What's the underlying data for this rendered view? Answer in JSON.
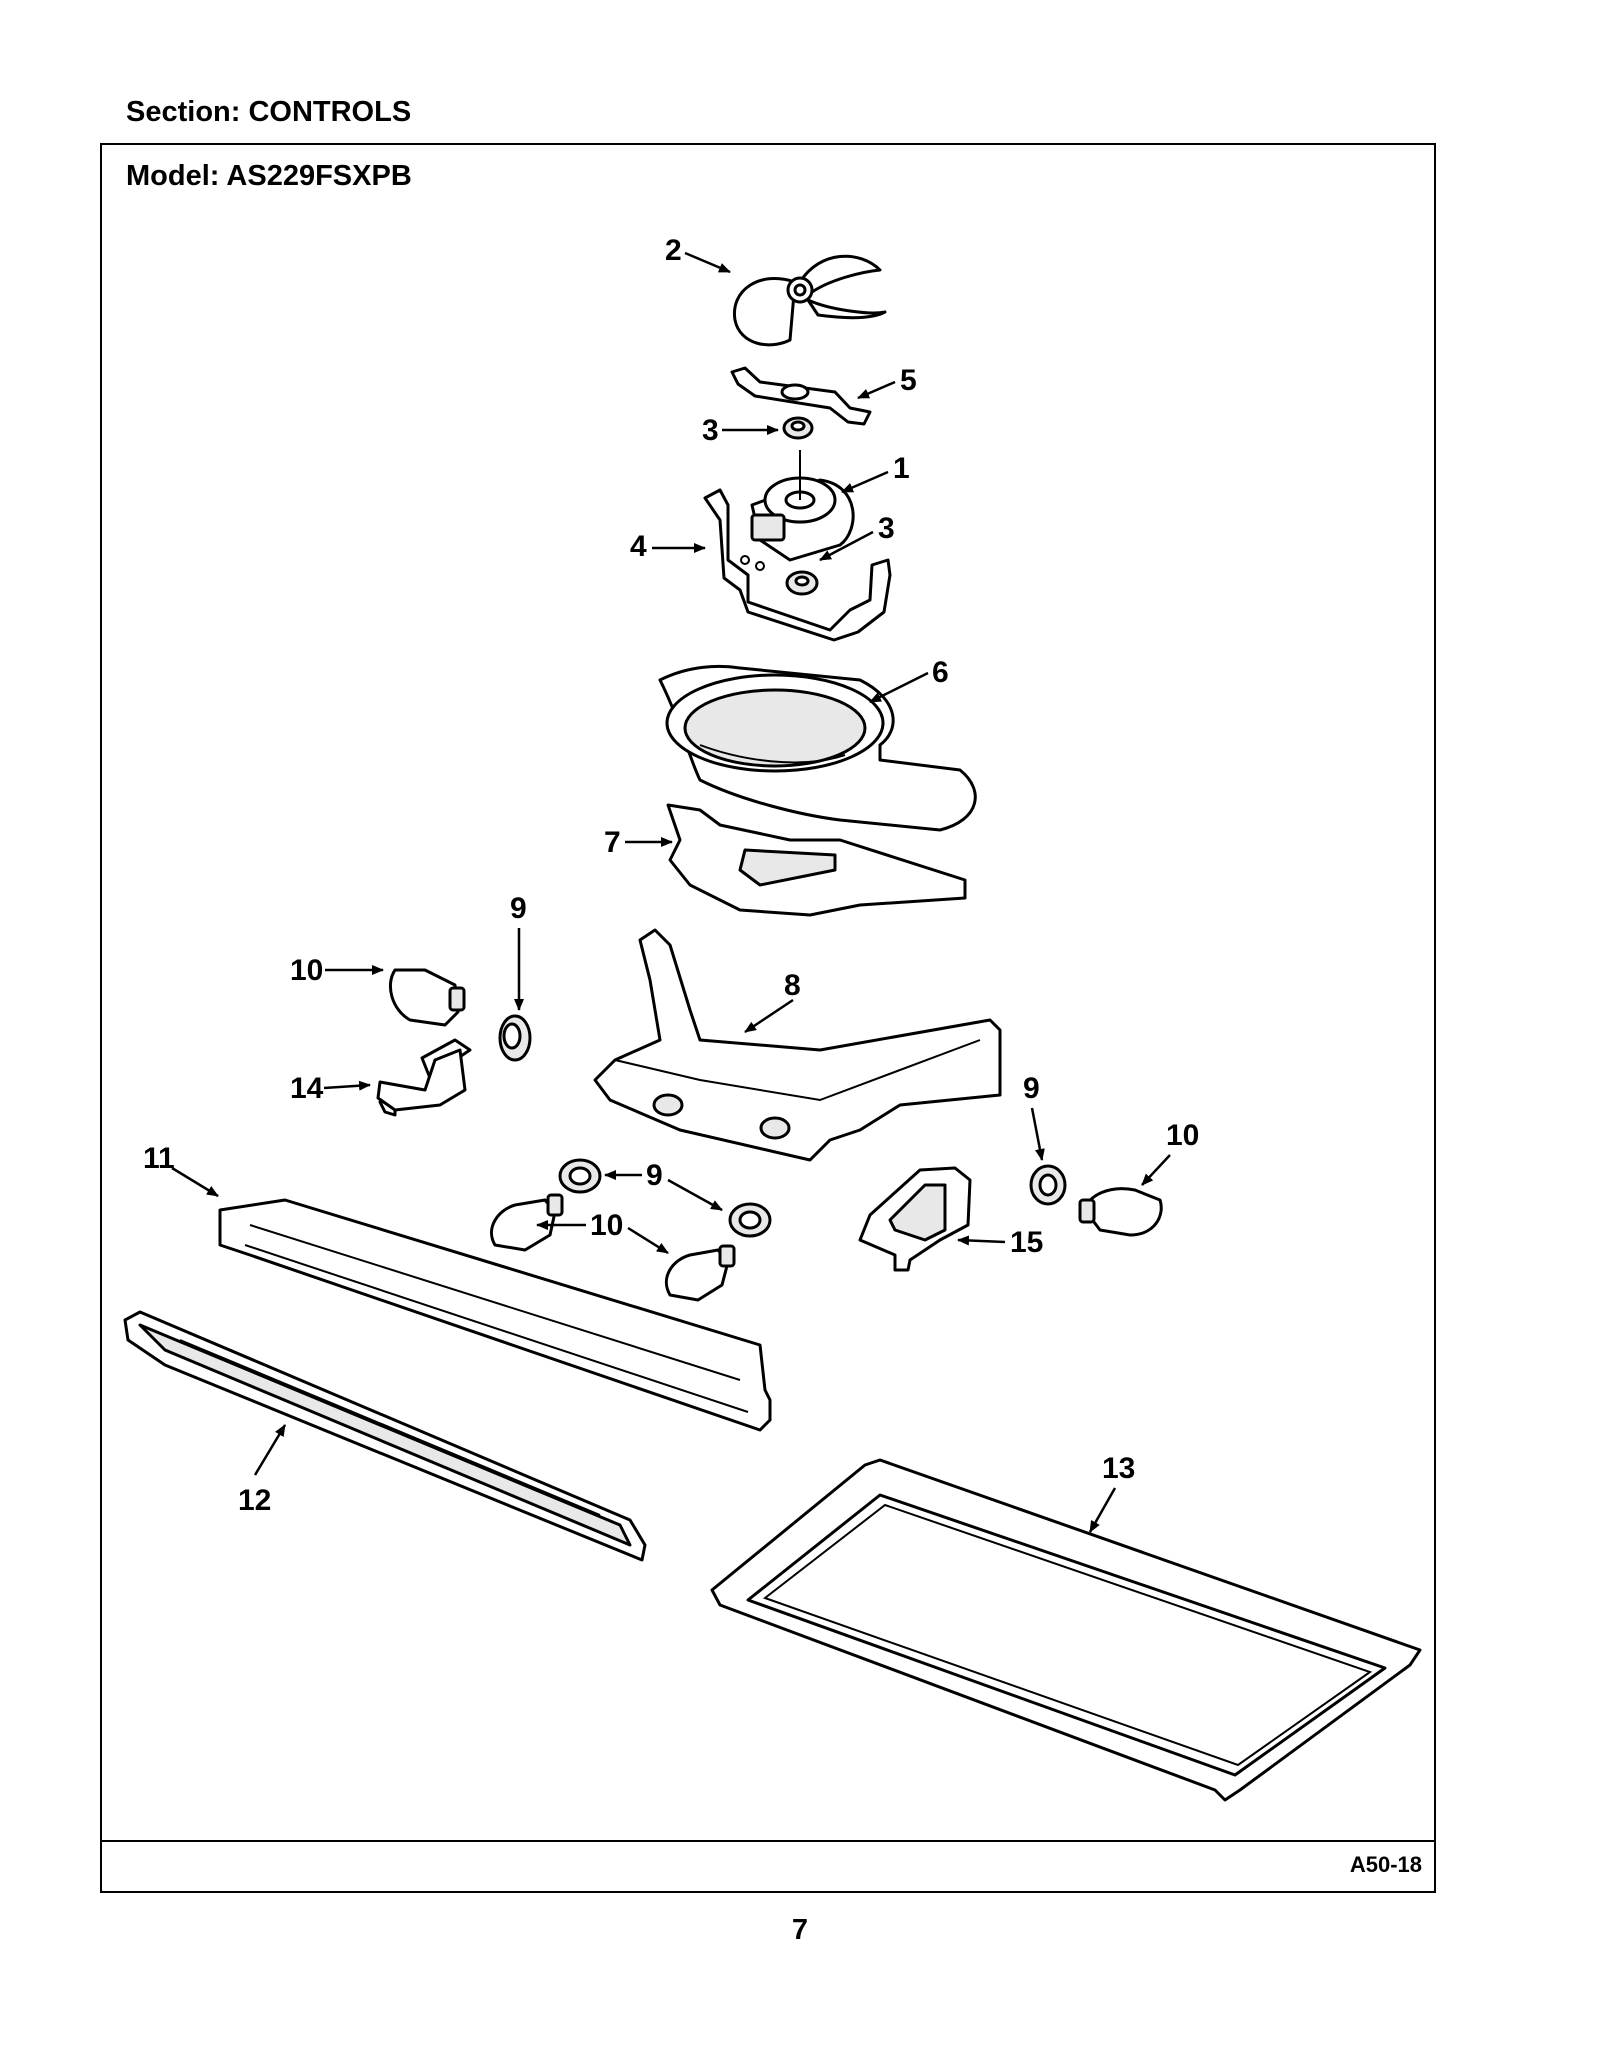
{
  "header": {
    "section_label": "Section:  CONTROLS",
    "model_label": "Model:  AS229FSXPB"
  },
  "callouts": [
    {
      "id": "c2",
      "label": "2"
    },
    {
      "id": "c5",
      "label": "5"
    },
    {
      "id": "c3a",
      "label": "3"
    },
    {
      "id": "c1",
      "label": "1"
    },
    {
      "id": "c3b",
      "label": "3"
    },
    {
      "id": "c4",
      "label": "4"
    },
    {
      "id": "c6",
      "label": "6"
    },
    {
      "id": "c7",
      "label": "7"
    },
    {
      "id": "c9a",
      "label": "9"
    },
    {
      "id": "c10a",
      "label": "10"
    },
    {
      "id": "c8",
      "label": "8"
    },
    {
      "id": "c14",
      "label": "14"
    },
    {
      "id": "c9b",
      "label": "9"
    },
    {
      "id": "c10b",
      "label": "10"
    },
    {
      "id": "c11",
      "label": "11"
    },
    {
      "id": "c9c",
      "label": "9"
    },
    {
      "id": "c10c",
      "label": "10"
    },
    {
      "id": "c15",
      "label": "15"
    },
    {
      "id": "c12",
      "label": "12"
    },
    {
      "id": "c13",
      "label": "13"
    }
  ],
  "footer": {
    "diagram_code": "A50-18",
    "page_number": "7"
  }
}
